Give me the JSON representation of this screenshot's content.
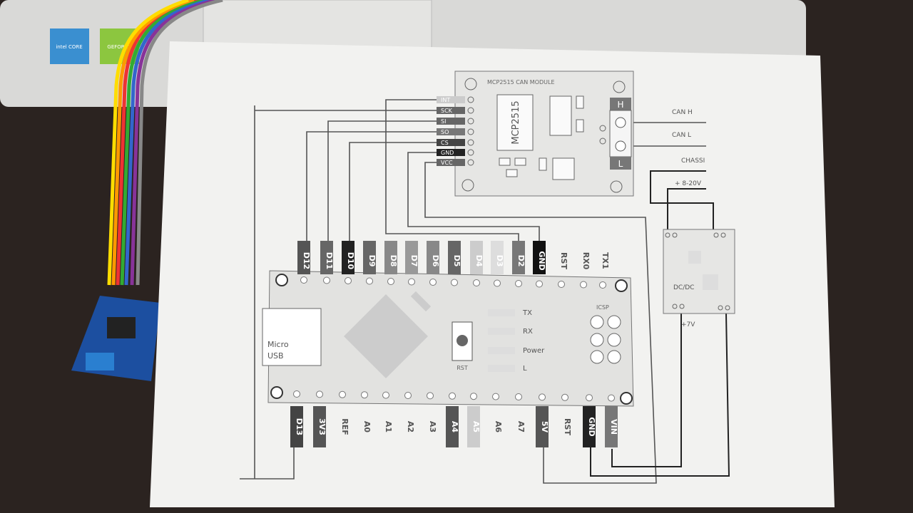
{
  "laptop": {
    "sticker_intel": "intel CORE",
    "sticker_nvidia": "GEFORCE"
  },
  "can_module": {
    "title": "MCP2515 CAN MODULE",
    "chip": "MCP2515",
    "pins": [
      "INT",
      "SCK",
      "SI",
      "SO",
      "CS",
      "GND",
      "VCC"
    ],
    "h_label": "H",
    "l_label": "L",
    "can_h": "CAN H",
    "can_l": "CAN L",
    "chassis": "CHASSI",
    "supply": "+ 8-20V"
  },
  "arduino": {
    "top_pins": [
      "D12",
      "D11",
      "D10",
      "D9",
      "D8",
      "D7",
      "D6",
      "D5",
      "D4",
      "D3",
      "D2",
      "GND",
      "RST",
      "RX0",
      "TX1"
    ],
    "bottom_pins": [
      "D13",
      "3V3",
      "REF",
      "A0",
      "A1",
      "A2",
      "A3",
      "A4",
      "A5",
      "A6",
      "A7",
      "5V",
      "RST",
      "GND",
      "VIN"
    ],
    "usb_line1": "Micro",
    "usb_line2": "USB",
    "reset_label": "RST",
    "leds": [
      "TX",
      "RX",
      "Power",
      "L"
    ],
    "icsp": "ICSP"
  },
  "dcdc": {
    "label": "DC/DC",
    "output": "+7V"
  }
}
